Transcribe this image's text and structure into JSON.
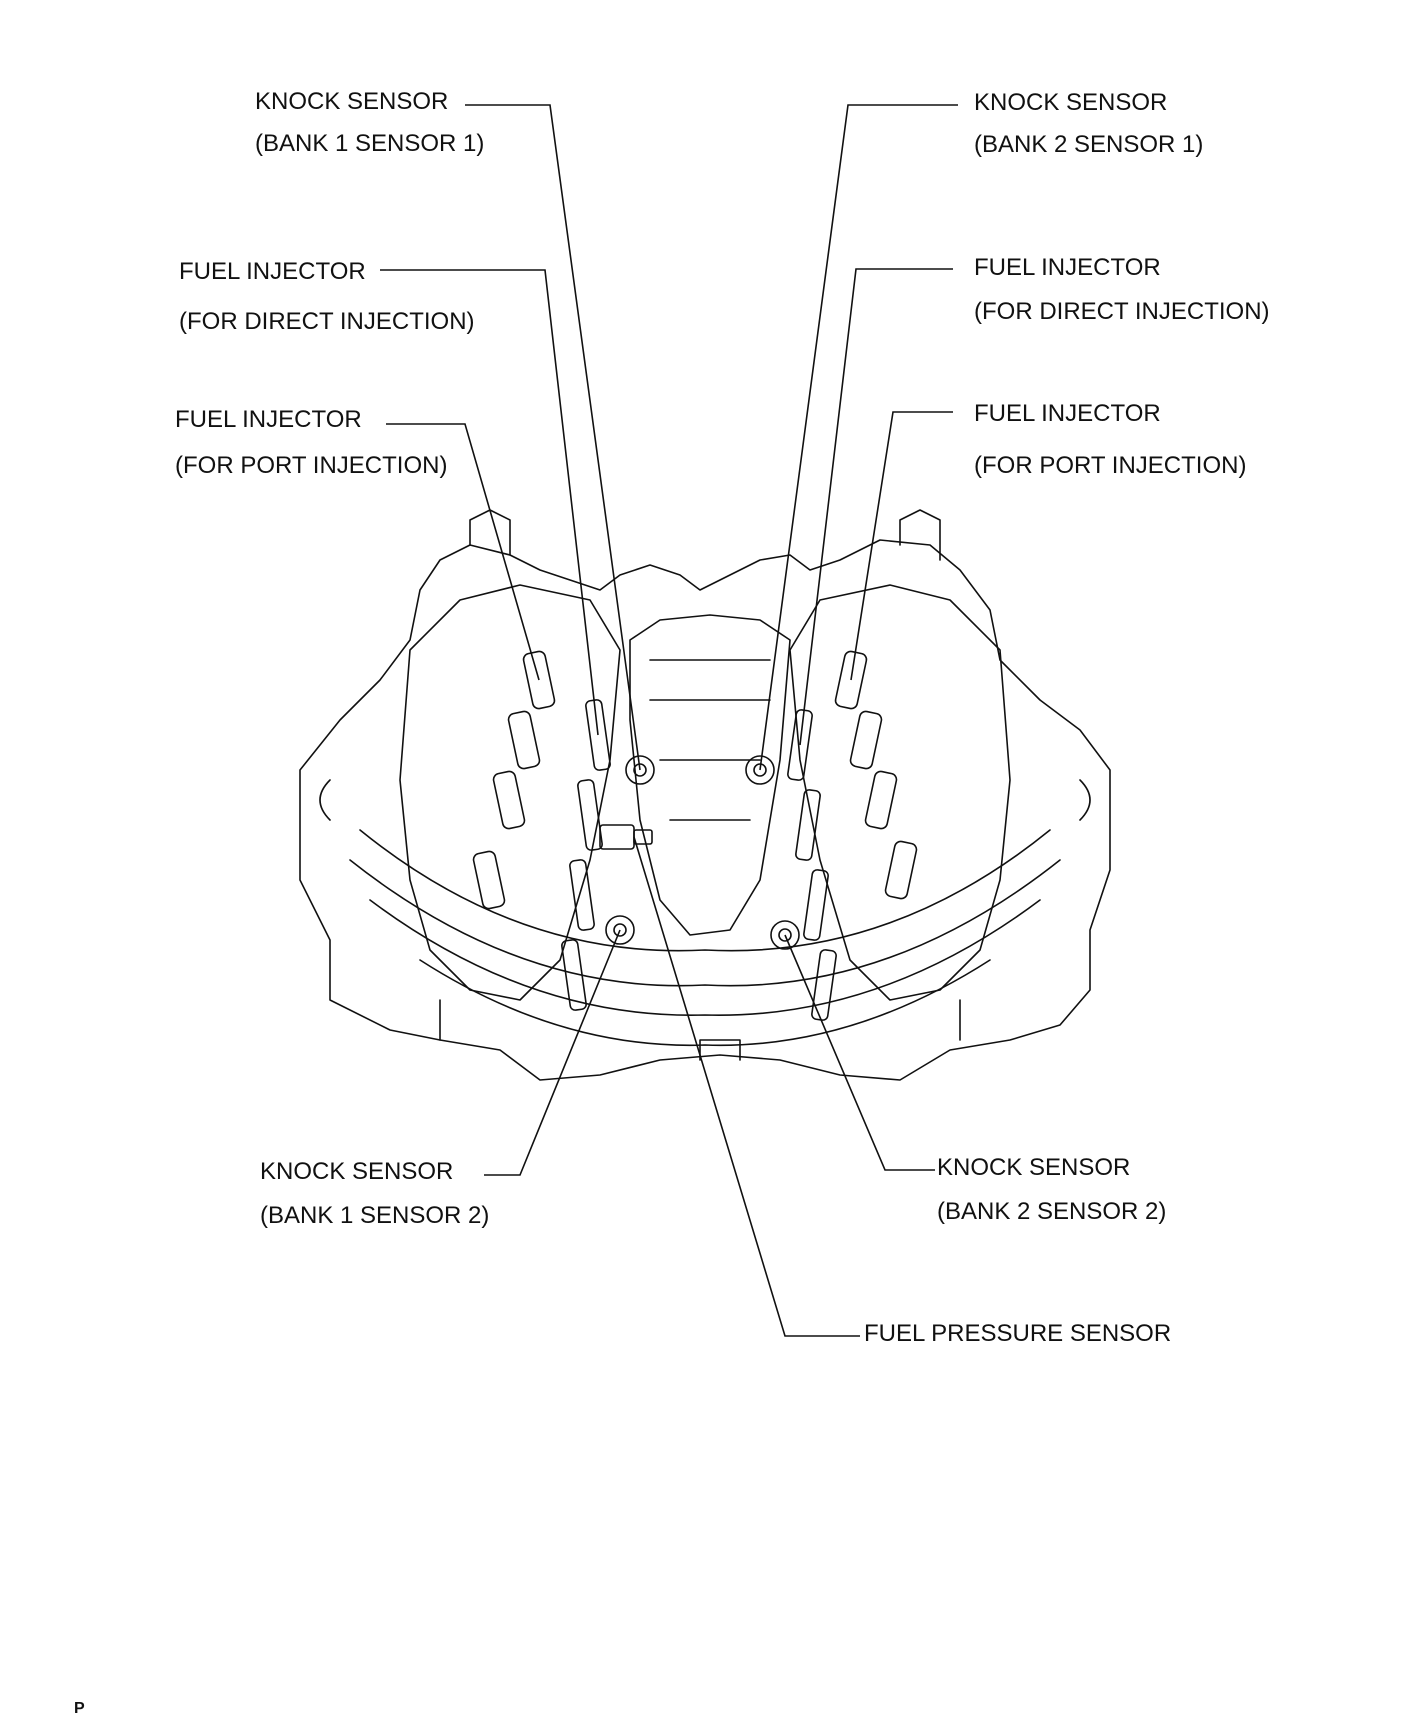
{
  "labels": {
    "knock_b1s1": {
      "line1": "KNOCK SENSOR",
      "line2": "(BANK 1 SENSOR 1)"
    },
    "knock_b2s1": {
      "line1": "KNOCK SENSOR",
      "line2": "(BANK 2 SENSOR 1)"
    },
    "injector_direct_left": {
      "line1": "FUEL INJECTOR",
      "line2": "(FOR DIRECT INJECTION)"
    },
    "injector_direct_right": {
      "line1": "FUEL INJECTOR",
      "line2": "(FOR DIRECT INJECTION)"
    },
    "injector_port_left": {
      "line1": "FUEL INJECTOR",
      "line2": "(FOR PORT INJECTION)"
    },
    "injector_port_right": {
      "line1": "FUEL INJECTOR",
      "line2": "(FOR PORT INJECTION)"
    },
    "knock_b1s2": {
      "line1": "KNOCK SENSOR",
      "line2": "(BANK 1 SENSOR 2)"
    },
    "knock_b2s2": {
      "line1": "KNOCK SENSOR",
      "line2": "(BANK 2 SENSOR 2)"
    },
    "fuel_pressure": {
      "line1": "FUEL PRESSURE SENSOR"
    }
  },
  "corner_mark": "P",
  "colors": {
    "ink": "#111111",
    "paper": "#ffffff"
  }
}
